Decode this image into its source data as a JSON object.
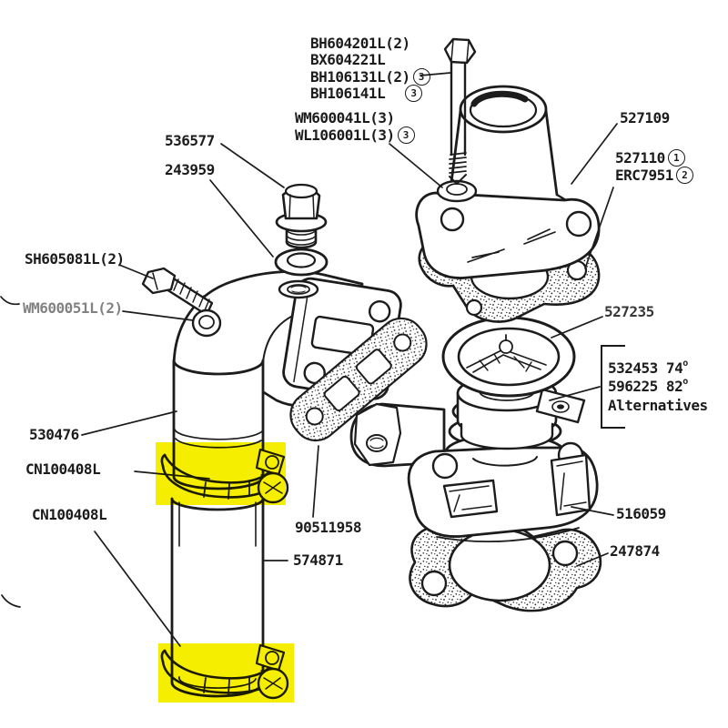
{
  "diagram": {
    "description": "Exploded parts diagram - thermostat housing and water outlet elbow assembly",
    "ink_color": "#1c1c1c",
    "highlight_color": "#f6ee00"
  },
  "labels": {
    "bolt_set_1": "BH604201L(2)",
    "bolt_set_2": "BX604221L",
    "bolt_set_3": "BH106131L(2)",
    "bolt_set_3_badge": "3",
    "bolt_set_4": "BH106141L",
    "bolt_set_4_badge": "3",
    "washer_set_1": "WM600041L(3)",
    "washer_set_2": "WL106001L(3)",
    "washer_set_2_badge": "3",
    "plug_bolt": "536577",
    "plug_washer": "243959",
    "side_bolt": "SH605081L(2)",
    "side_washer": "WM600051L(2)",
    "water_outlet": "527109",
    "outlet_gasket": "527110",
    "outlet_gasket_badge": "1",
    "outlet_gasket_alt": "ERC7951",
    "outlet_gasket_alt_badge": "2",
    "thermostat_ring": "527235",
    "alt_row_1": "532453 74",
    "alt_row_1_deg": "o",
    "alt_row_2": "596225 82",
    "alt_row_2_deg": "o",
    "alt_note": "Alternatives",
    "elbow_pipe": "530476",
    "clamp_upper": "CN100408L",
    "clamp_lower": "CN100408L",
    "elbow_gasket": "90511958",
    "hose": "574871",
    "thermostat_housing": "516059",
    "housing_gasket": "247874"
  }
}
